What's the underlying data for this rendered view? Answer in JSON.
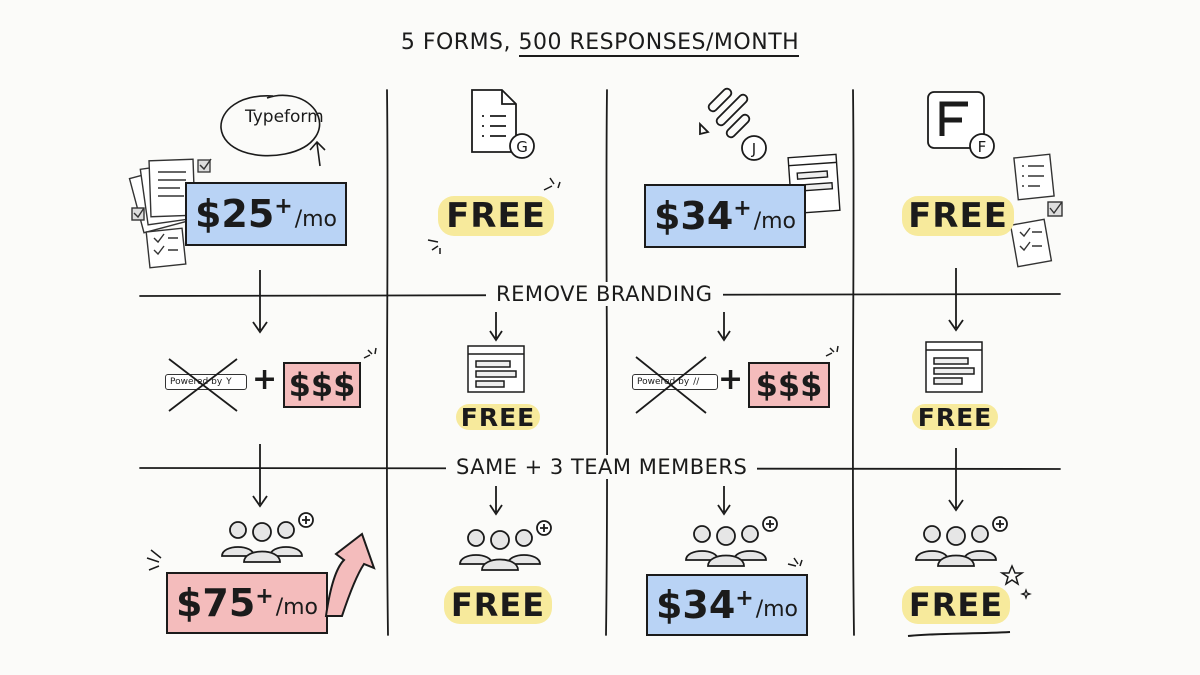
{
  "title": {
    "prefix": "5 FORMS, ",
    "highlight": "500 RESPONSES/MONTH"
  },
  "row_labels": {
    "branding": "REMOVE BRANDING",
    "team": "SAME + 3 TEAM MEMBERS"
  },
  "columns": [
    {
      "logo_text": "Typeform",
      "base": {
        "price": "$25",
        "plus": "+",
        "suffix": "/mo",
        "color": "#b9d3f5"
      },
      "branding": {
        "badge_text": "Powered by",
        "plus_sign": "+",
        "cost": "$$$"
      },
      "team": {
        "price": "$75",
        "plus": "+",
        "suffix": "/mo",
        "color": "#f4bcbc"
      }
    },
    {
      "logo_letter": "G",
      "base": {
        "free": "FREE"
      },
      "branding": {
        "free": "FREE"
      },
      "team": {
        "free": "FREE"
      }
    },
    {
      "logo_letter": "J",
      "base": {
        "price": "$34",
        "plus": "+",
        "suffix": "/mo",
        "color": "#b9d3f5"
      },
      "branding": {
        "badge_text": "Powered by",
        "plus_sign": "+",
        "cost": "$$$"
      },
      "team": {
        "price": "$34",
        "plus": "+",
        "suffix": "/mo",
        "color": "#b9d3f5"
      }
    },
    {
      "logo_letter": "F",
      "logo_badge": "F",
      "base": {
        "free": "FREE"
      },
      "branding": {
        "free": "FREE"
      },
      "team": {
        "free": "FREE"
      }
    }
  ],
  "colors": {
    "ink": "#1b1b1b",
    "blue": "#b9d3f5",
    "pink": "#f4bcbc",
    "highlight": "#f7ea9c",
    "paper": "#fbfbf9"
  },
  "icons": [
    "documents-icon",
    "checkbox-icon",
    "google-forms-icon",
    "jotform-icon",
    "formsapp-icon",
    "browser-window-icon",
    "team-icon",
    "arrow-down-icon",
    "curved-arrow-up-icon",
    "sparkle-icon",
    "star-icon"
  ]
}
